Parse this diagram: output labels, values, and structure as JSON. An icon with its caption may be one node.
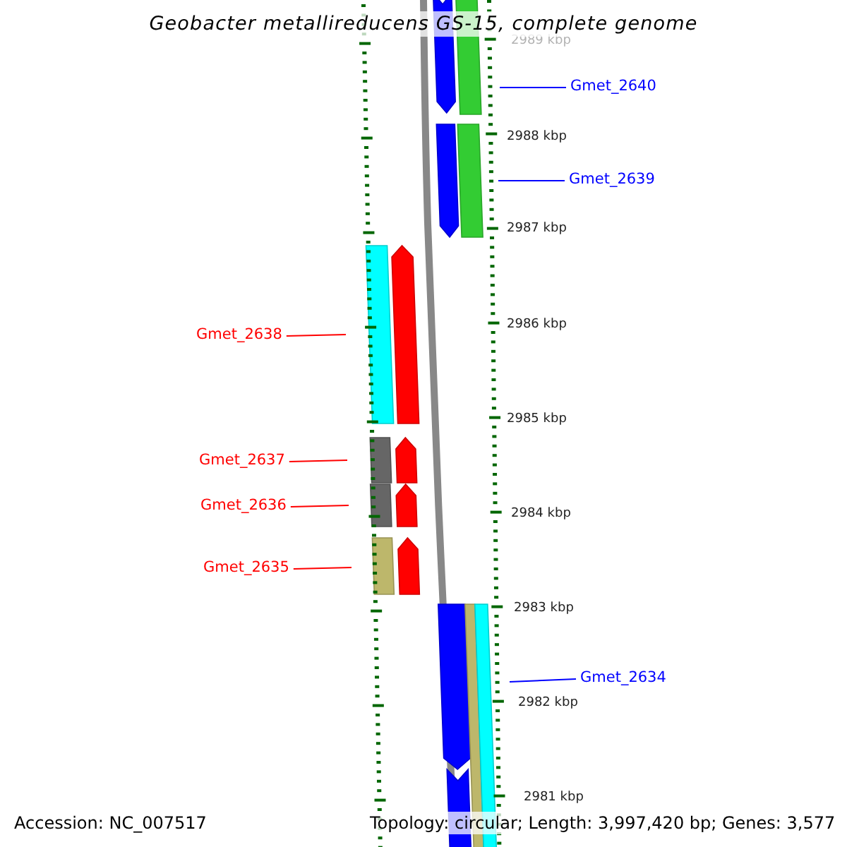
{
  "diagram": {
    "title": "Geobacter metallireducens GS-15, complete genome",
    "nodes": [
      {
        "text": [
          "Gmet_2640"
        ]
      },
      {
        "text": [
          "Gmet_2639"
        ]
      },
      {
        "text": [
          "Gmet_2638"
        ]
      },
      {
        "text": [
          "Gmet_2637"
        ]
      },
      {
        "text": [
          "Gmet_2636"
        ]
      },
      {
        "text": [
          "Gmet_2635"
        ]
      },
      {
        "text": [
          "Gmet_2634"
        ]
      }
    ],
    "edges": [
      {
        "from": 0,
        "to": null,
        "arrow": "none",
        "color": "#0000ff"
      },
      {
        "from": 1,
        "to": null,
        "arrow": "none",
        "color": "#0000ff"
      },
      {
        "from": 2,
        "to": null,
        "arrow": "none"
      },
      {
        "from": 3,
        "to": null,
        "arrow": "none"
      },
      {
        "from": 4,
        "to": null,
        "arrow": "none"
      },
      {
        "from": 5,
        "to": null,
        "arrow": "none"
      },
      {
        "from": 6,
        "to": null,
        "arrow": "none",
        "color": "#0000ff"
      }
    ],
    "labels": [
      "2989 kbp",
      "2988 kbp",
      "2987 kbp",
      "2986 kbp",
      "2985 kbp",
      "2984 kbp",
      "2983 kbp",
      "2982 kbp",
      "2981 kbp",
      "Accession: NC_007517",
      "Topology: circular; Length: 3,997,420 bp; Genes: 3,577"
    ]
  }
}
